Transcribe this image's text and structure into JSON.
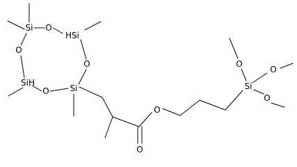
{
  "molecule": {
    "atoms": [
      {
        "id": "si_tl",
        "label": "Si"
      },
      {
        "id": "o_top",
        "label": "O"
      },
      {
        "id": "hsi_tr",
        "label": "HSi"
      },
      {
        "id": "o_left",
        "label": "O"
      },
      {
        "id": "o_right",
        "label": "O"
      },
      {
        "id": "sih_bl",
        "label": "SiH"
      },
      {
        "id": "o_bot",
        "label": "O"
      },
      {
        "id": "si_br",
        "label": "Si"
      },
      {
        "id": "o_ester",
        "label": "O"
      },
      {
        "id": "o_carbonyl",
        "label": "O"
      },
      {
        "id": "si_silyl",
        "label": "Si"
      },
      {
        "id": "o_m1",
        "label": "O"
      },
      {
        "id": "o_m2",
        "label": "O"
      },
      {
        "id": "o_m3",
        "label": "O"
      }
    ]
  }
}
